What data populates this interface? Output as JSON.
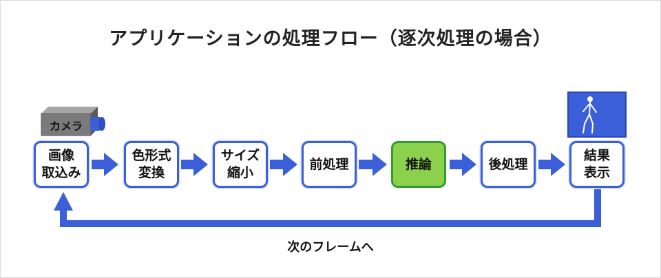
{
  "title": "アプリケーションの処理フロー（逐次処理の場合）",
  "camera_label": "カメラ",
  "steps": [
    {
      "label": "画像\n取込み",
      "active": false
    },
    {
      "label": "色形式\n変換",
      "active": false
    },
    {
      "label": "サイズ\n縮小",
      "active": false
    },
    {
      "label": "前処理",
      "active": false
    },
    {
      "label": "推論",
      "active": true
    },
    {
      "label": "後処理",
      "active": false
    },
    {
      "label": "結果\n表示",
      "active": false
    }
  ],
  "loop_label": "次のフレームへ",
  "colors": {
    "flow": "#3a5fd8",
    "box_border": "#3a5fd8",
    "active_fill": "#8cd14c",
    "active_border": "#2e9e2e",
    "display_fill": "#3a5fd8",
    "camera_body": "#7a7a7a"
  },
  "icons": [
    "camera-icon",
    "display-person-icon"
  ]
}
